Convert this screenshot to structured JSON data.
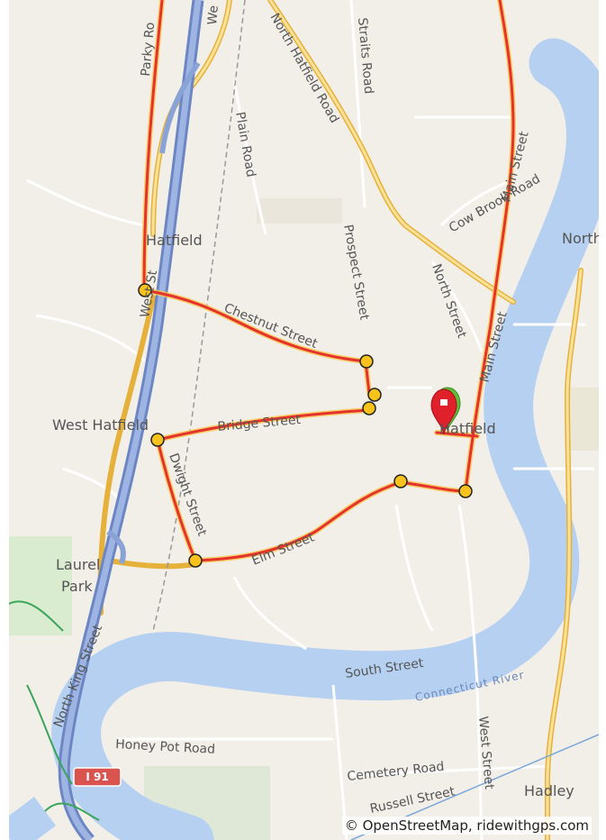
{
  "attribution": "© OpenStreetMap, ridewithgps.com",
  "colors": {
    "background": "#f2efe9",
    "water": "#b5d0f0",
    "highway": "#8aa3d6",
    "secondary": "#f7c84a",
    "route": "#e5322d",
    "waypoint": "#f7c21c",
    "start_marker": "#5fbf3a",
    "end_marker": "#e0202a"
  },
  "places": {
    "hatfield_north": "Hatfield",
    "west_hatfield": "West Hatfield",
    "laurel": "Laurel",
    "park": "Park",
    "hatfield_center": "Hatfield",
    "north_edge": "North",
    "hadley": "Hadley"
  },
  "streets": {
    "parky": "Parky Ro",
    "west_top": "We",
    "north_hatfield": "North Hatfield Road",
    "straits": "Straits Road",
    "plain": "Plain Road",
    "cow_brook": "Cow Brook Road",
    "main_top": "Main Street",
    "prospect": "Prospect Street",
    "north_street": "North Street",
    "west_mid": "West St",
    "chestnut": "Chestnut Street",
    "main_mid": "Main Street",
    "bridge": "Bridge Street",
    "dwight": "Dwight Street",
    "elm": "Elm Street",
    "north_king": "North King Street",
    "south": "South Street",
    "honey_pot": "Honey Pot Road",
    "cemetery": "Cemetery Road",
    "west_street": "West Street",
    "russell": "Russell Street"
  },
  "river_label": "Connecticut River",
  "highway_shield": "I 91",
  "icons": {
    "start": "start-marker-icon",
    "end": "end-marker-icon"
  }
}
